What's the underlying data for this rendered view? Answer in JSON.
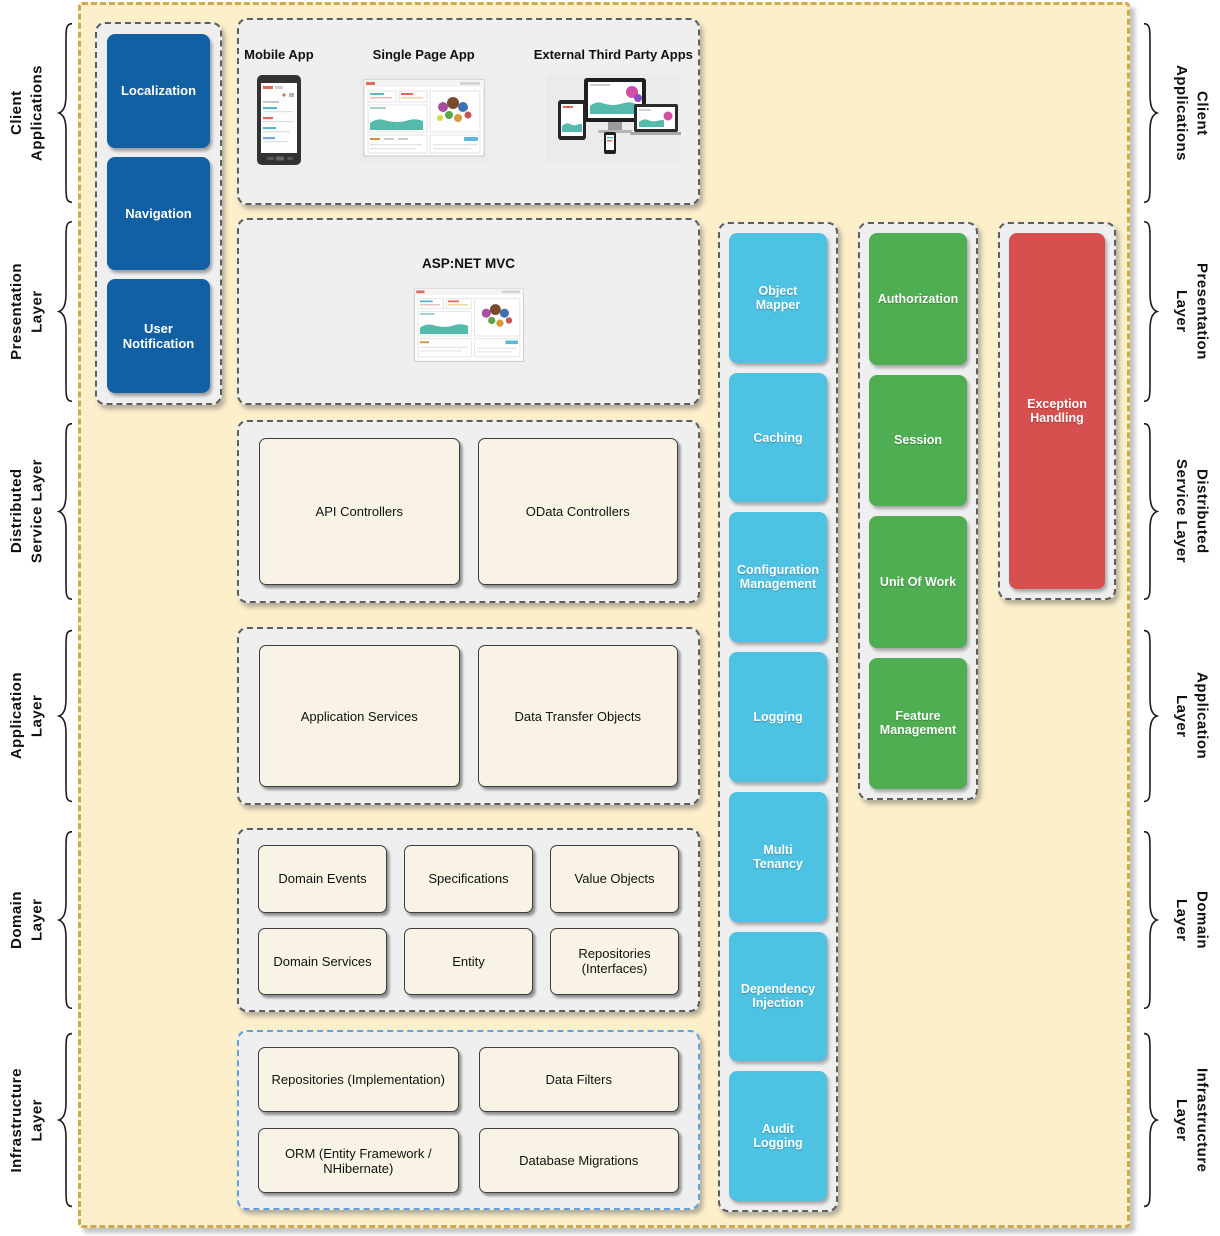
{
  "layers": [
    {
      "line1": "Client",
      "line2": "Applications"
    },
    {
      "line1": "Presentation",
      "line2": "Layer"
    },
    {
      "line1": "Distributed",
      "line2": "Service Layer"
    },
    {
      "line1": "Application",
      "line2": "Layer"
    },
    {
      "line1": "Domain",
      "line2": "Layer"
    },
    {
      "line1": "Infrastructure",
      "line2": "Layer"
    }
  ],
  "side_panel": {
    "items": [
      "Localization",
      "Navigation",
      "User Notification"
    ]
  },
  "client_apps": {
    "labels": [
      "Mobile App",
      "Single Page App",
      "External Third Party Apps"
    ]
  },
  "presentation": {
    "title": "ASP:NET MVC"
  },
  "distributed": {
    "items": [
      "API Controllers",
      "OData Controllers"
    ]
  },
  "application": {
    "items": [
      "Application Services",
      "Data Transfer Objects"
    ]
  },
  "domain": {
    "items": [
      "Domain Events",
      "Specifications",
      "Value Objects",
      "Domain Services",
      "Entity",
      "Repositories (Interfaces)"
    ]
  },
  "infrastructure": {
    "items": [
      "Repositories (Implementation)",
      "Data Filters",
      "ORM (Entity Framework / NHibernate)",
      "Database Migrations"
    ]
  },
  "cross_cutting": {
    "cyan": [
      "Object Mapper",
      "Caching",
      "Configuration Management",
      "Logging",
      "Multi Tenancy",
      "Dependency Injection",
      "Audit Logging"
    ],
    "green": [
      "Authorization",
      "Session",
      "Unit Of Work",
      "Feature Management"
    ],
    "red": [
      "Exception Handling"
    ]
  },
  "colors": {
    "background": "#fcefca",
    "panel": "#f0eff0",
    "card": "#f8f3e4",
    "blue": "#1160a4",
    "cyan": "#4ec2e2",
    "green": "#4fae51",
    "red": "#d5504e"
  }
}
